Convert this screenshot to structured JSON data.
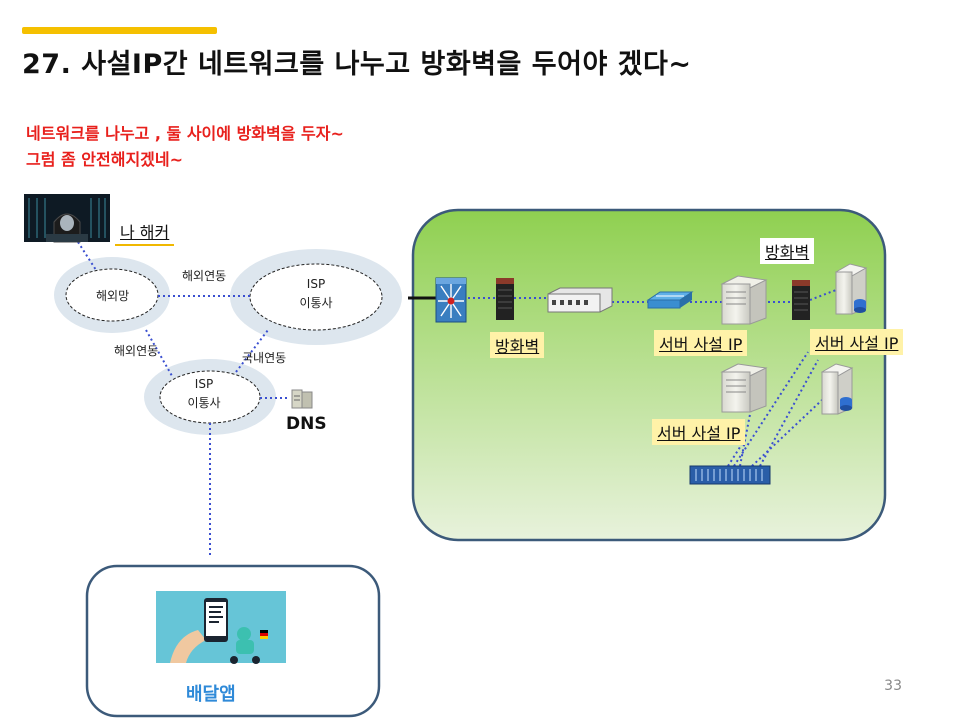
{
  "slide": {
    "title": "27. 사설IP간 네트워크를 나누고 방화벽을 두어야 겠다~",
    "subtitle_lines": [
      "네트워크를 나누고 , 둘 사이에 방화벽을 두자~",
      "그럼 좀 안전해지겠네~"
    ],
    "page_number": "33"
  },
  "colors": {
    "accent_bar": "#f5c000",
    "subtitle": "#e8201c",
    "network_box_top": "#8fd050",
    "network_box_bottom": "#e8f2dc",
    "network_box_border": "#3c5a7a",
    "link_dotted": "#3a4fd0",
    "delivery_label": "#2f8ad8"
  },
  "nodes": {
    "hacker": {
      "label": "나 해커",
      "icon": "hacker-image"
    },
    "overseas_net": {
      "label": "해외망"
    },
    "isp_top": {
      "line1": "ISP",
      "line2": "이통사"
    },
    "isp_bottom": {
      "line1": "ISP",
      "line2": "이통사"
    },
    "dns": {
      "label": "DNS",
      "icon": "dns-server-icon"
    },
    "delivery_app": {
      "label": "배달앱",
      "icon": "delivery-app-image"
    }
  },
  "links": {
    "overseas_isp": "해외연동",
    "overseas_isp_bottom": "해외연동",
    "domestic": "국내연동"
  },
  "private_network": {
    "firewall_left_label": "방화벽",
    "firewall_top_label": "방화벽",
    "server_label_1": "서버 사설 IP",
    "server_label_2": "서버 사설 IP",
    "server_label_3": "서버 사설 IP"
  }
}
